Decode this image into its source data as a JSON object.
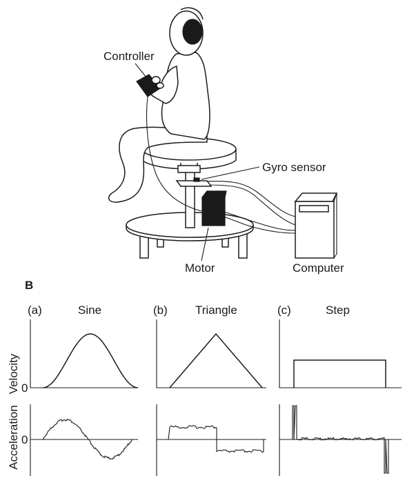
{
  "panel_a": {
    "labels": {
      "controller": "Controller",
      "gyro_sensor": "Gyro sensor",
      "motor": "Motor",
      "computer": "Computer"
    }
  },
  "panel_b": {
    "label": "B",
    "axes": {
      "velocity_label": "Velocity",
      "acceleration_label": "Acceleration",
      "velocity_zero": "0",
      "acceleration_zero": "0"
    },
    "columns": [
      {
        "tag": "(a)",
        "name": "Sine"
      },
      {
        "tag": "(b)",
        "name": "Triangle"
      },
      {
        "tag": "(c)",
        "name": "Step"
      }
    ]
  },
  "chart_data": [
    {
      "type": "line",
      "title": "Sine",
      "ylabel": "Velocity",
      "profile": "sine"
    },
    {
      "type": "line",
      "title": "Triangle",
      "ylabel": "Velocity",
      "profile": "triangle"
    },
    {
      "type": "line",
      "title": "Step",
      "ylabel": "Velocity",
      "profile": "step"
    },
    {
      "type": "line",
      "title": "Sine",
      "ylabel": "Acceleration",
      "profile": "sine-derivative"
    },
    {
      "type": "line",
      "title": "Triangle",
      "ylabel": "Acceleration",
      "profile": "square"
    },
    {
      "type": "line",
      "title": "Step",
      "ylabel": "Acceleration",
      "profile": "impulse"
    }
  ]
}
